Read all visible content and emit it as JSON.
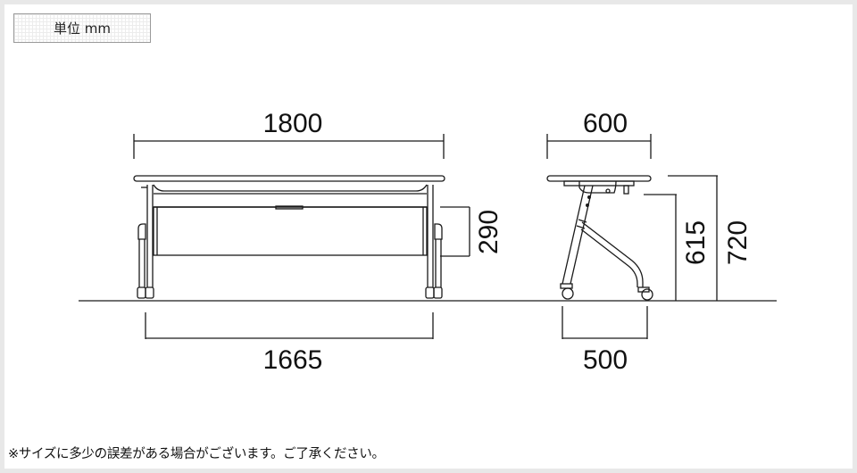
{
  "unit_label": "単位 mm",
  "front_view": {
    "width_top": "1800",
    "width_base": "1665",
    "panel_height": "290"
  },
  "side_view": {
    "depth_top": "600",
    "depth_base": "500",
    "under_height": "615",
    "total_height": "720"
  },
  "note": "※サイズに多少の誤差がある場合がございます。ご了承ください。",
  "colors": {
    "line": "#1a1a1a",
    "background": "#ffffff",
    "border": "#e8e8e8"
  }
}
